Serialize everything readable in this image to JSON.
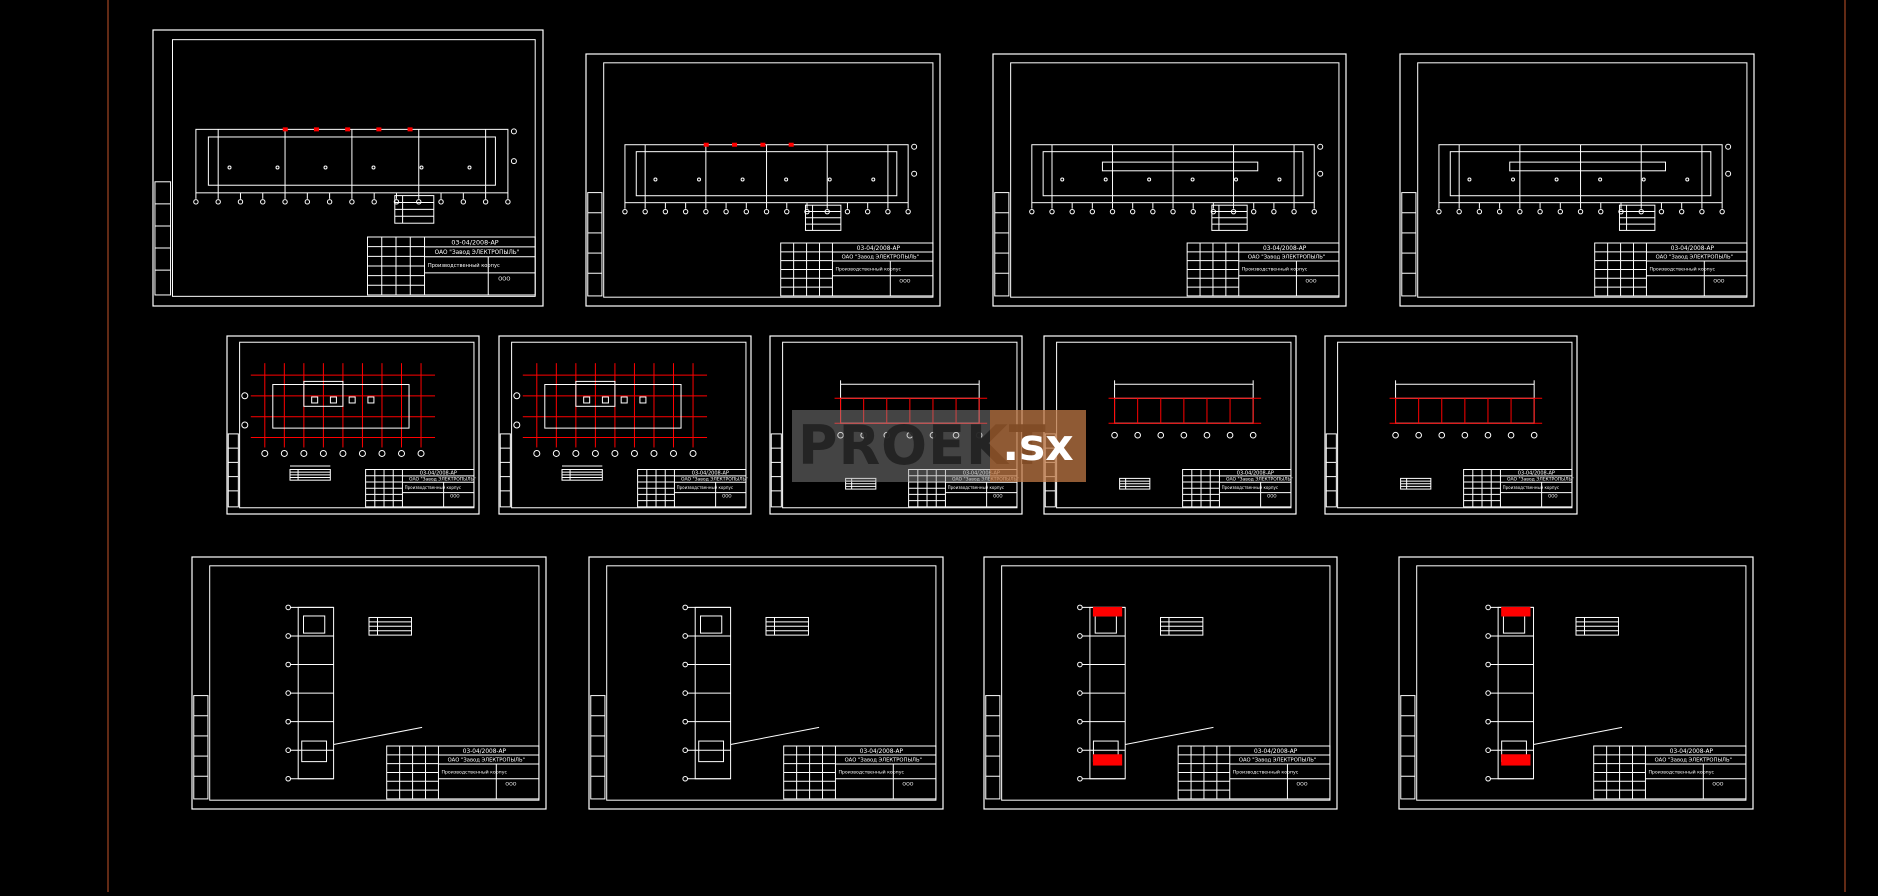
{
  "colors": {
    "background": "#000000",
    "line": "#ffffff",
    "frame": "#c4542a",
    "accent": "#ff0000"
  },
  "watermark": {
    "main": "PROEKT",
    "accent": ".sx"
  },
  "title_block": {
    "code": "03-04/2008-АР",
    "company": "ОАО \"Завод ЭЛЕКТРОПЫЛЬ\"",
    "object": "Производственный корпус",
    "firm": "ООО"
  }
}
